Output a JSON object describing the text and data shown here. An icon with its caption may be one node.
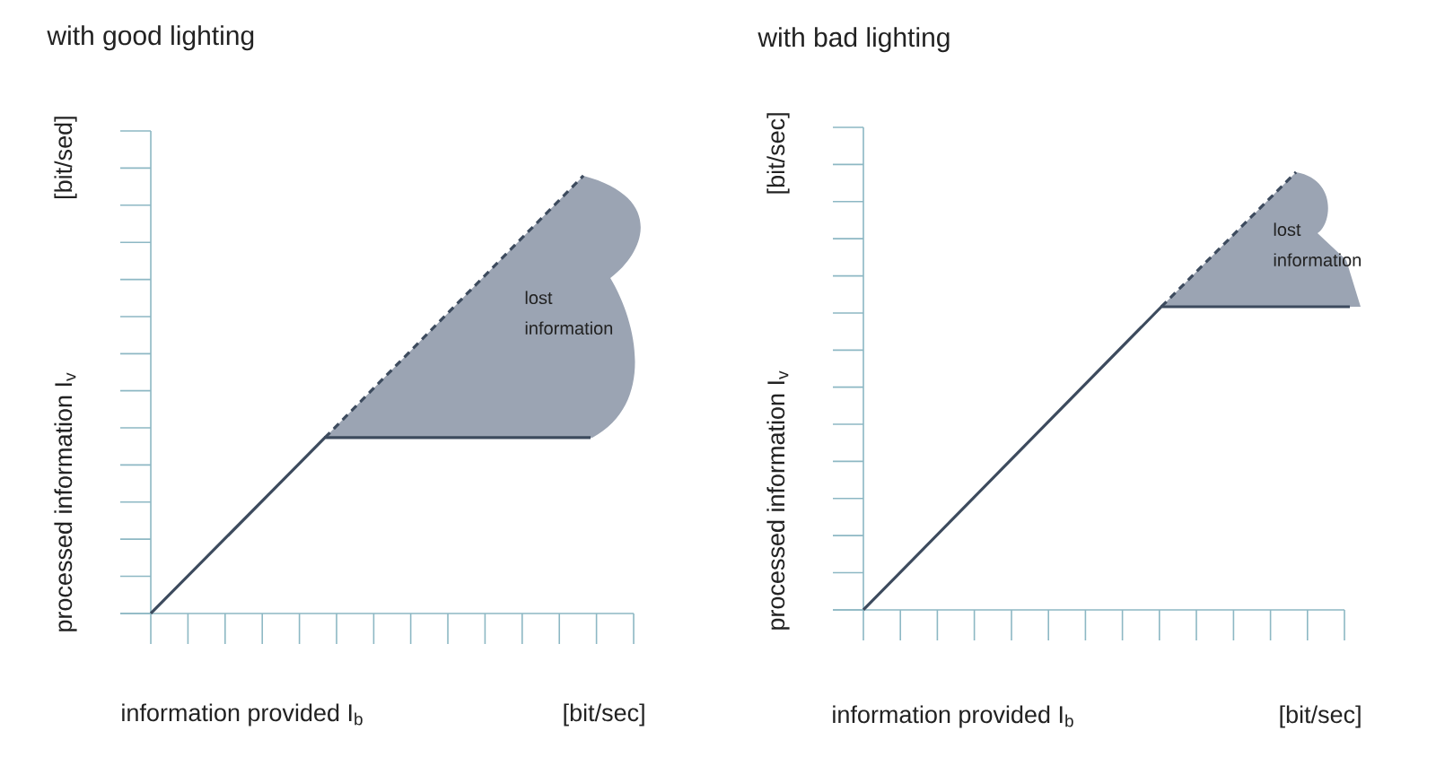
{
  "diagram": {
    "nodes": [
      {
        "text": [
          "lost information"
        ]
      },
      {
        "text": [
          "lost information"
        ]
      }
    ],
    "labels": [
      "with good lighting",
      "[bit/sed]",
      "processed information I$_{v}$",
      "information provided I$_{b}$",
      "[bit/sec]",
      "with bad lighting",
      "[bit/sec]",
      "processed information I$_{v}$",
      "information provided I$_{b}$",
      "[bit/sec]"
    ]
  }
}
